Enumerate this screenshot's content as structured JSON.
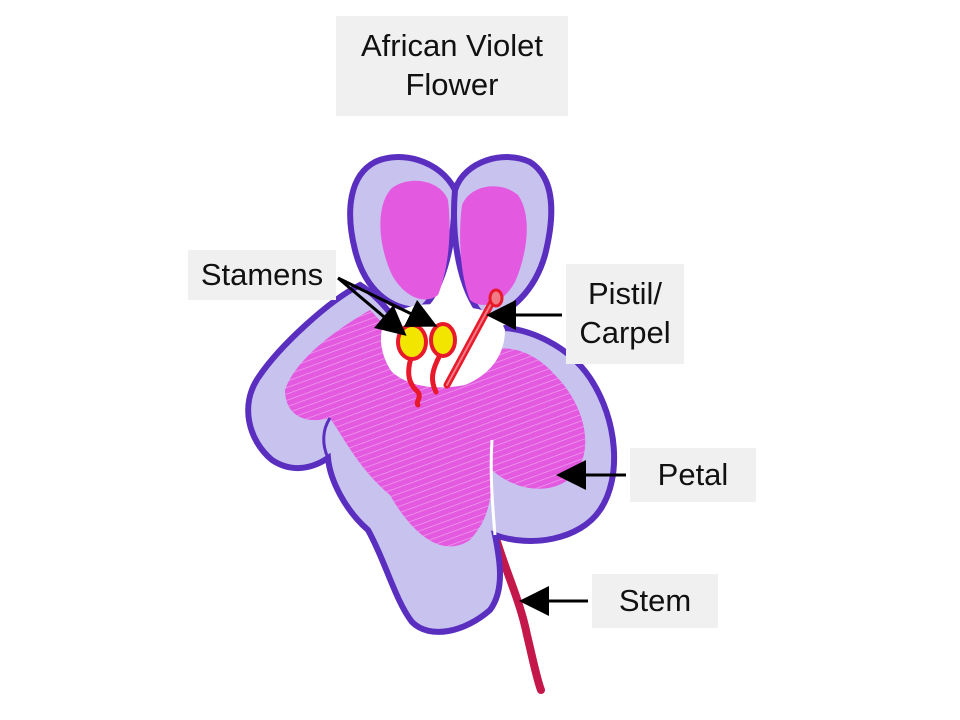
{
  "title": {
    "line1": "African Violet",
    "line2": "Flower"
  },
  "labels": {
    "stamens": "Stamens",
    "pistil_line1": "Pistil/",
    "pistil_line2": "Carpel",
    "petal": "Petal",
    "stem": "Stem"
  },
  "colors": {
    "petal_fill": "#c8c3ee",
    "petal_outline": "#5a2fc0",
    "petal_pink": "#e35ae0",
    "center": "#ffffff",
    "stamen_anther": "#f2e600",
    "stamen_outline": "#e8192a",
    "pistil": "#e8192a",
    "stem": "#c4184a",
    "label_bg": "#f0f0f0",
    "arrow": "#000000"
  }
}
